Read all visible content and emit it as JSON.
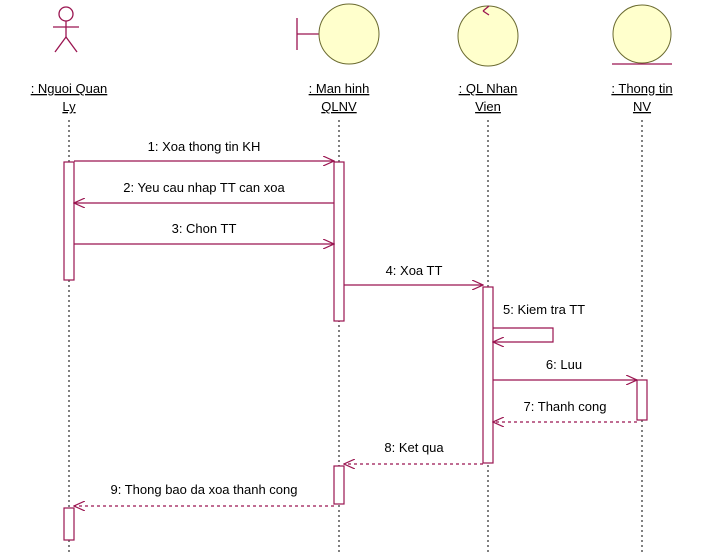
{
  "colors": {
    "line": "#9a1450",
    "object_fill": "#ffffcc",
    "background": "#ffffff"
  },
  "lifelines": [
    {
      "id": "actor",
      "icon": "actor-icon",
      "label_lines": [
        ": Nguoi Quan",
        "Ly"
      ]
    },
    {
      "id": "boundary",
      "icon": "boundary-icon",
      "label_lines": [
        ": Man hinh",
        "QLNV"
      ]
    },
    {
      "id": "control",
      "icon": "control-icon",
      "label_lines": [
        ": QL Nhan",
        "Vien"
      ]
    },
    {
      "id": "entity",
      "icon": "entity-icon",
      "label_lines": [
        ": Thong tin",
        "NV"
      ]
    }
  ],
  "messages": [
    {
      "label": "1: Xoa thong tin KH",
      "from": "actor",
      "to": "boundary",
      "kind": "call"
    },
    {
      "label": "2: Yeu cau nhap TT can xoa",
      "from": "boundary",
      "to": "actor",
      "kind": "call"
    },
    {
      "label": "3: Chon TT",
      "from": "actor",
      "to": "boundary",
      "kind": "call"
    },
    {
      "label": "4: Xoa TT",
      "from": "boundary",
      "to": "control",
      "kind": "call"
    },
    {
      "label": "5: Kiem tra TT",
      "from": "control",
      "to": "control",
      "kind": "self"
    },
    {
      "label": "6: Luu",
      "from": "control",
      "to": "entity",
      "kind": "call"
    },
    {
      "label": "7: Thanh cong",
      "from": "entity",
      "to": "control",
      "kind": "return"
    },
    {
      "label": "8: Ket qua",
      "from": "control",
      "to": "boundary",
      "kind": "return"
    },
    {
      "label": "9: Thong bao da xoa thanh cong",
      "from": "boundary",
      "to": "actor",
      "kind": "return"
    }
  ]
}
